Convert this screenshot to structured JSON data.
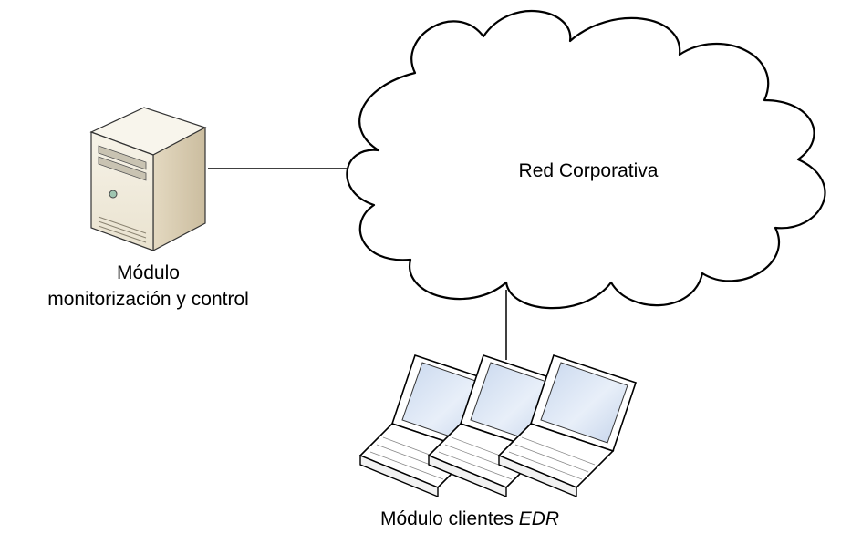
{
  "diagram": {
    "cloud_label": "Red Corporativa",
    "server_label_line1": "Módulo",
    "server_label_line2": "monitorización y control",
    "laptops_label_prefix": "Módulo clientes ",
    "laptops_label_emphasis": "EDR"
  },
  "colors": {
    "stroke": "#000000",
    "server_body": "#f1ecde",
    "server_side": "#d8ccb4",
    "screen": "#d6e2f1",
    "laptop_body": "#ffffff",
    "background": "#ffffff"
  },
  "icons": {
    "server": "server-tower-icon",
    "network": "cloud-icon",
    "clients": "laptop-icon"
  }
}
